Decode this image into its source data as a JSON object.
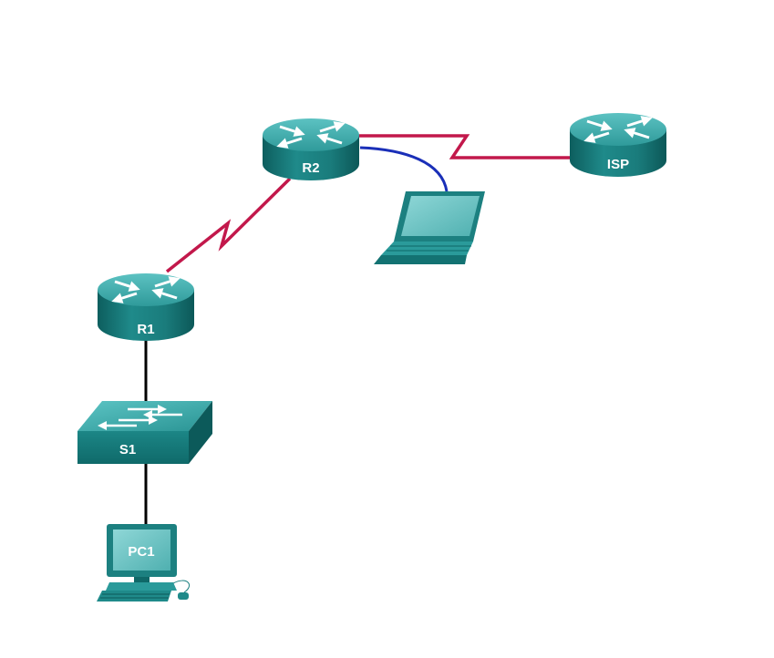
{
  "diagram": {
    "devices": {
      "r2": {
        "label": "R2",
        "type": "router"
      },
      "isp": {
        "label": "ISP",
        "type": "router"
      },
      "r1": {
        "label": "R1",
        "type": "router"
      },
      "s1": {
        "label": "S1",
        "type": "switch"
      },
      "pc1": {
        "label": "PC1",
        "type": "pc"
      },
      "laptop": {
        "label": "",
        "type": "laptop"
      }
    },
    "links": [
      {
        "from": "R1",
        "to": "R2",
        "type": "serial"
      },
      {
        "from": "R2",
        "to": "ISP",
        "type": "serial"
      },
      {
        "from": "R2",
        "to": "laptop",
        "type": "console"
      },
      {
        "from": "R1",
        "to": "S1",
        "type": "ethernet"
      },
      {
        "from": "S1",
        "to": "PC1",
        "type": "ethernet"
      }
    ],
    "colors": {
      "serial_link": "#c2184b",
      "console_link": "#1a2fb8",
      "ethernet_link": "#000000",
      "device_teal": "#2a9a9a",
      "device_dark": "#0f6868"
    }
  }
}
